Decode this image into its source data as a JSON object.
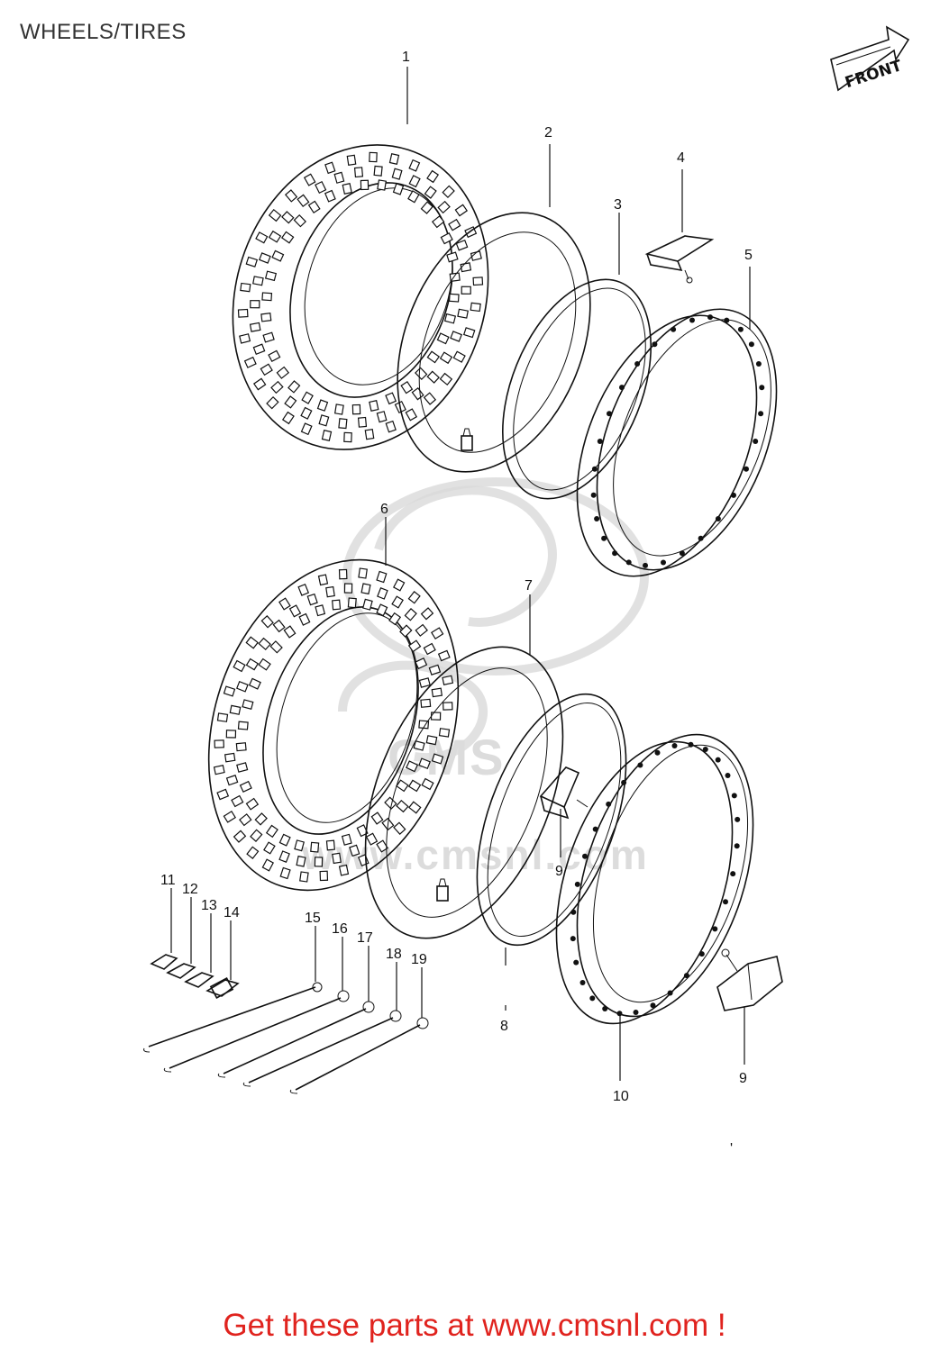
{
  "page": {
    "title": "WHEELS/TIRES",
    "footer": "Get these parts at www.cmsnl.com !",
    "front_badge": "FRONT",
    "watermark_text": "www.cmsnl.com",
    "watermark_logo_text": "CMS",
    "stray_mark": "'"
  },
  "callouts": {
    "c1": "1",
    "c2": "2",
    "c3": "3",
    "c4": "4",
    "c5": "5",
    "c6": "6",
    "c7": "7",
    "c8": "8",
    "c9a": "9",
    "c9b": "9",
    "c10": "10",
    "c11": "11",
    "c12": "12",
    "c13": "13",
    "c14": "14",
    "c15": "15",
    "c16": "16",
    "c17": "17",
    "c18": "18",
    "c19": "19"
  },
  "colors": {
    "footer_text": "#e0231e",
    "line_art": "#111111",
    "watermark": "#d9d9d9"
  },
  "parts": [
    {
      "callout": "1",
      "part": "front tire",
      "icon": "tire-icon"
    },
    {
      "callout": "2",
      "part": "front tube",
      "icon": "tube-icon"
    },
    {
      "callout": "3",
      "part": "front rim band",
      "icon": "band-icon"
    },
    {
      "callout": "4",
      "part": "rim lock",
      "icon": "rim-lock-icon"
    },
    {
      "callout": "5",
      "part": "front rim",
      "icon": "rim-icon"
    },
    {
      "callout": "6",
      "part": "rear tire",
      "icon": "tire-icon"
    },
    {
      "callout": "7",
      "part": "rear tube",
      "icon": "tube-icon"
    },
    {
      "callout": "8",
      "part": "rear rim band",
      "icon": "band-icon"
    },
    {
      "callout": "9",
      "part": "rim lock",
      "icon": "rim-lock-icon"
    },
    {
      "callout": "10",
      "part": "rear rim",
      "icon": "rim-icon"
    },
    {
      "callout": "11",
      "part": "nipple",
      "icon": "nipple-icon"
    },
    {
      "callout": "12",
      "part": "nipple",
      "icon": "nipple-icon"
    },
    {
      "callout": "13",
      "part": "nipple",
      "icon": "nipple-icon"
    },
    {
      "callout": "14",
      "part": "nipple",
      "icon": "nipple-icon"
    },
    {
      "callout": "15",
      "part": "spoke",
      "icon": "spoke-icon"
    },
    {
      "callout": "16",
      "part": "spoke",
      "icon": "spoke-icon"
    },
    {
      "callout": "17",
      "part": "spoke",
      "icon": "spoke-icon"
    },
    {
      "callout": "18",
      "part": "spoke",
      "icon": "spoke-icon"
    },
    {
      "callout": "19",
      "part": "spoke",
      "icon": "spoke-icon"
    }
  ]
}
